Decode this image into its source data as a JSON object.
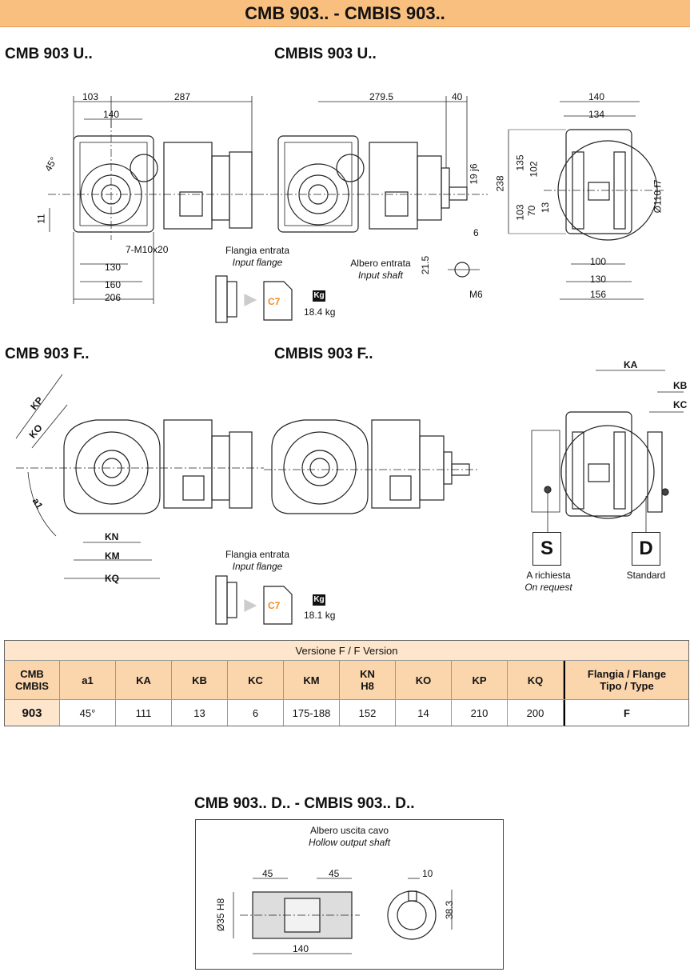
{
  "header": {
    "title": "CMB 903.. - CMBIS 903.."
  },
  "sections": {
    "cmb_u": "CMB 903 U..",
    "cmbis_u": "CMBIS 903 U..",
    "cmb_f": "CMB 903 F..",
    "cmbis_f": "CMBIS 903 F..",
    "hollow": "CMB 903.. D..  -  CMBIS 903.. D.."
  },
  "dimensions_u": {
    "d103": "103",
    "d287": "287",
    "d140": "140",
    "d45deg": "45°",
    "d11": "11",
    "thread": "7-M10x20",
    "d130": "130",
    "d160": "160",
    "d206": "206",
    "d2795": "279.5",
    "d40": "40",
    "d19j6": "19 j6",
    "d6": "6",
    "d215": "21.5",
    "m6": "M6",
    "r140": "140",
    "r134": "134",
    "r238": "238",
    "r135": "135",
    "r102": "102",
    "r103": "103",
    "r70": "70",
    "r13": "13",
    "r110f7": "Ø110 f7",
    "r100": "100",
    "r130": "130",
    "r156": "156"
  },
  "flange_u": {
    "label_it": "Flangia entrata",
    "label_en": "Input flange",
    "code": "C7",
    "weight": "18.4 kg",
    "kg": "Kg"
  },
  "shaft_u": {
    "label_it": "Albero entrata",
    "label_en": "Input shaft"
  },
  "dimensions_f": {
    "kp": "KP",
    "ko": "KO",
    "a1": "a1",
    "kn": "KN",
    "km": "KM",
    "kq": "KQ",
    "ka": "KA",
    "kb": "KB",
    "kc": "KC"
  },
  "flange_f": {
    "label_it": "Flangia entrata",
    "label_en": "Input flange",
    "code": "C7",
    "weight": "18.1 kg",
    "kg": "Kg"
  },
  "sides": {
    "s": "S",
    "s_it": "A richiesta",
    "s_en": "On request",
    "d": "D",
    "d_label": "Standard"
  },
  "table": {
    "version_label": "Versione F / F Version",
    "headers": [
      "CMB\nCMBIS",
      "a1",
      "KA",
      "KB",
      "KC",
      "KM",
      "KN\nH8",
      "KO",
      "KP",
      "KQ",
      "Flangia / Flange\nTipo / Type"
    ],
    "row": [
      "903",
      "45°",
      "111",
      "13",
      "6",
      "175-188",
      "152",
      "14",
      "210",
      "200",
      "F"
    ]
  },
  "hollow": {
    "label_it": "Albero uscita cavo",
    "label_en": "Hollow output shaft",
    "d45a": "45",
    "d45b": "45",
    "d140": "140",
    "d35h8": "Ø35 H8",
    "d10": "10",
    "d383": "38.3"
  },
  "colors": {
    "header_bg": "#f9bf7e",
    "table_head": "#fbd6ad",
    "accent_c7": "#f28c1e"
  }
}
